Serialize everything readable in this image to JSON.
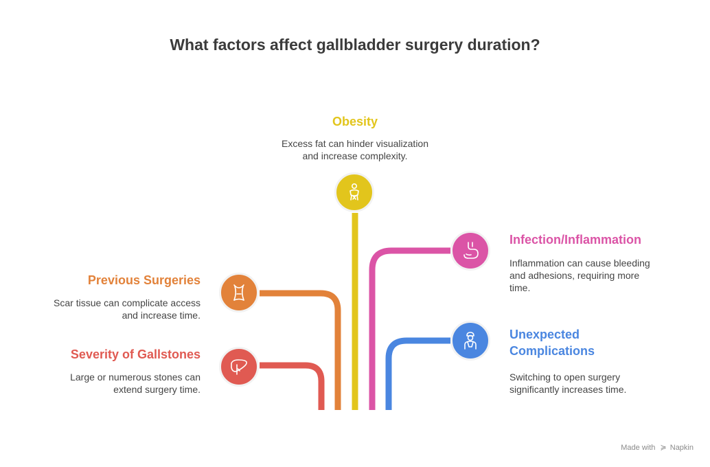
{
  "title": "What factors affect gallbladder surgery duration?",
  "colors": {
    "obesity": "#e2c51c",
    "infection": "#db54a6",
    "previous": "#e2823a",
    "complications": "#4a86e0",
    "severity": "#e05a52"
  },
  "factors": {
    "obesity": {
      "title": "Obesity",
      "desc_line1": "Excess fat can hinder visualization",
      "desc_line2": "and increase complexity.",
      "icon": "person-icon"
    },
    "infection": {
      "title": "Infection/Inflammation",
      "desc_line1": "Inflammation can cause bleeding",
      "desc_line2": "and adhesions, requiring more",
      "desc_line3": "time.",
      "icon": "stomach-icon"
    },
    "previous": {
      "title": "Previous Surgeries",
      "desc_line1": "Scar tissue can complicate access",
      "desc_line2": "and increase time.",
      "icon": "torso-icon"
    },
    "complications": {
      "title_line1": "Unexpected",
      "title_line2": "Complications",
      "desc_line1": "Switching to open surgery",
      "desc_line2": "significantly increases time.",
      "icon": "surgeon-icon"
    },
    "severity": {
      "title": "Severity of Gallstones",
      "desc_line1": "Large or numerous stones can",
      "desc_line2": "extend surgery time.",
      "icon": "liver-icon"
    }
  },
  "footer": {
    "made_with": "Made with",
    "brand": "Napkin"
  }
}
